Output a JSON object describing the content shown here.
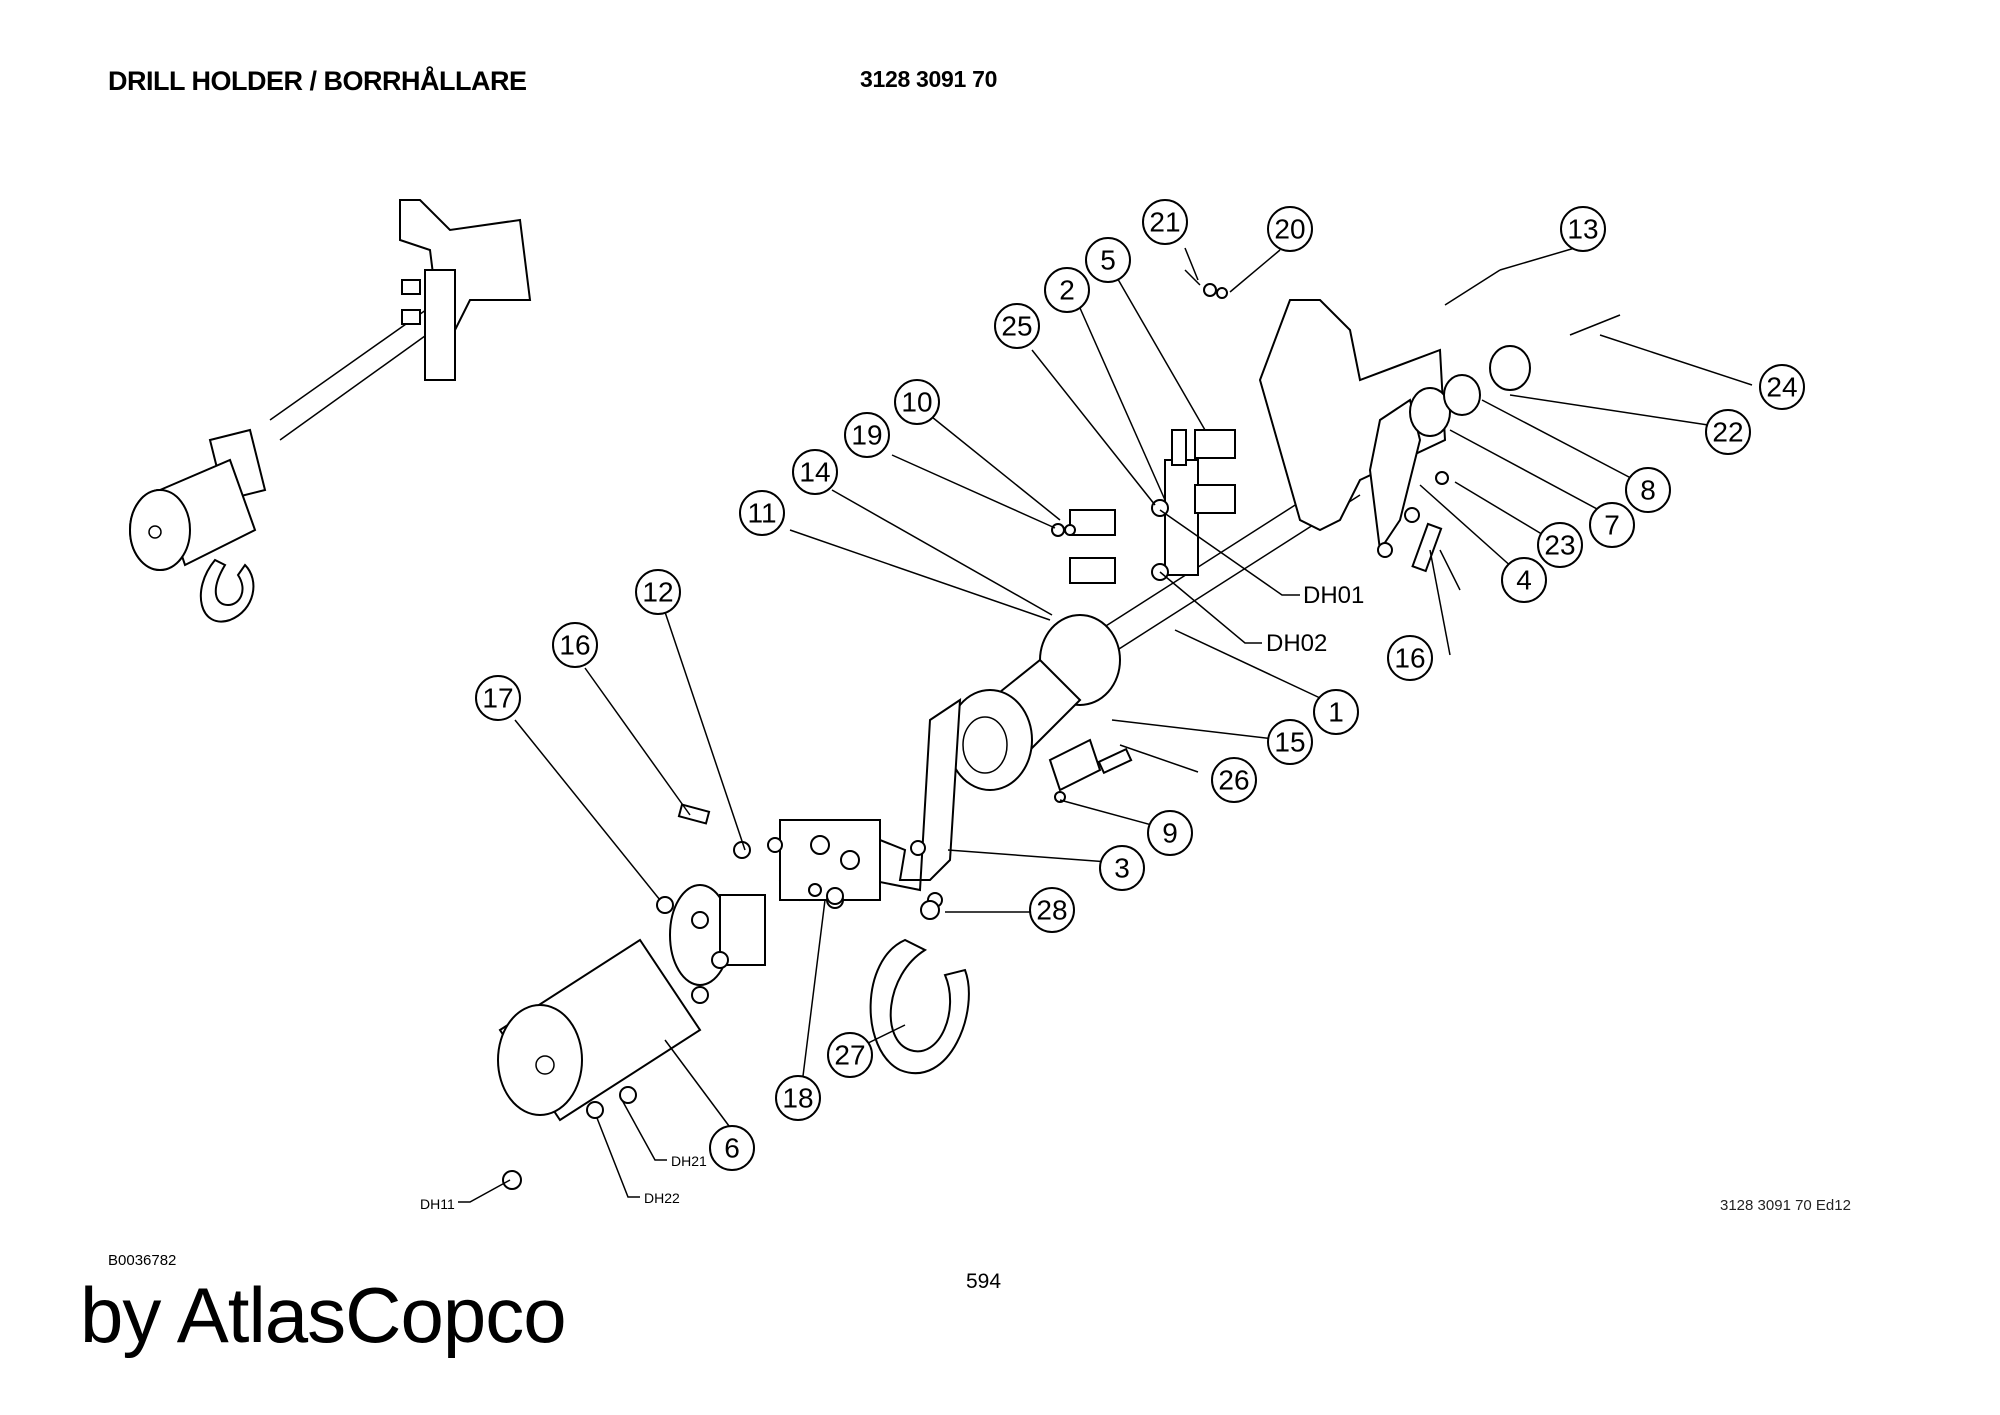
{
  "header": {
    "title": "DRILL HOLDER / BORRHÅLLARE",
    "part_number": "3128 3091 70"
  },
  "footer": {
    "edition": "3128 3091 70 Ed12",
    "drawing_id": "B0036782",
    "page_number": "594",
    "brand": "by AtlasCopco"
  },
  "callouts": [
    {
      "id": "c1",
      "label": "1"
    },
    {
      "id": "c2",
      "label": "2"
    },
    {
      "id": "c3",
      "label": "3"
    },
    {
      "id": "c4",
      "label": "4"
    },
    {
      "id": "c5",
      "label": "5"
    },
    {
      "id": "c6",
      "label": "6"
    },
    {
      "id": "c7",
      "label": "7"
    },
    {
      "id": "c8",
      "label": "8"
    },
    {
      "id": "c9",
      "label": "9"
    },
    {
      "id": "c10",
      "label": "10"
    },
    {
      "id": "c11",
      "label": "11"
    },
    {
      "id": "c12",
      "label": "12"
    },
    {
      "id": "c13",
      "label": "13"
    },
    {
      "id": "c14",
      "label": "14"
    },
    {
      "id": "c15",
      "label": "15"
    },
    {
      "id": "c16a",
      "label": "16"
    },
    {
      "id": "c16b",
      "label": "16"
    },
    {
      "id": "c17",
      "label": "17"
    },
    {
      "id": "c18",
      "label": "18"
    },
    {
      "id": "c19",
      "label": "19"
    },
    {
      "id": "c20",
      "label": "20"
    },
    {
      "id": "c21",
      "label": "21"
    },
    {
      "id": "c22",
      "label": "22"
    },
    {
      "id": "c23",
      "label": "23"
    },
    {
      "id": "c24",
      "label": "24"
    },
    {
      "id": "c25",
      "label": "25"
    },
    {
      "id": "c26",
      "label": "26"
    },
    {
      "id": "c27",
      "label": "27"
    },
    {
      "id": "c28",
      "label": "28"
    }
  ],
  "detail_labels": {
    "dh01": "DH01",
    "dh02": "DH02",
    "dh11": "DH11",
    "dh21": "DH21",
    "dh22": "DH22"
  }
}
